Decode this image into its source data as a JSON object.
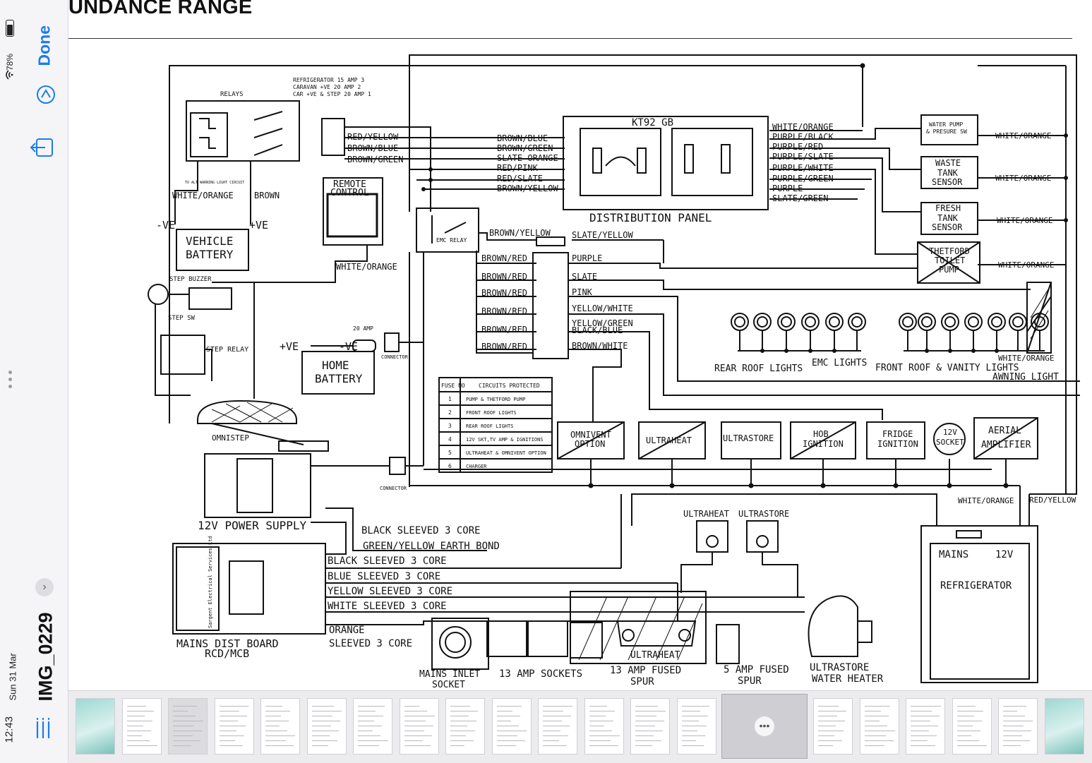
{
  "status_bar": {
    "time": "12:43",
    "date": "Sun 31 Mar",
    "battery": "78%"
  },
  "header": {
    "done_label": "Done",
    "image_name": "IMG_0229"
  },
  "document": {
    "title": "UNDANCE RANGE"
  },
  "diagram": {
    "relays_label": "RELAYS",
    "relay_table": [
      "REFRIGERATOR   15 AMP 3",
      "CARAVAN +VE    20 AMP 2",
      "CAR +VE & STEP 20 AMP 1"
    ],
    "relay_wires": [
      "RED/YELLOW",
      "BROWN/BLUE",
      "BROWN/GREEN"
    ],
    "light_circuit_note": "TO ALT WARNING LIGHT CIRCUIT",
    "white_orange": "WHITE/ORANGE",
    "brown": "BROWN",
    "neg": "-VE",
    "pos": "+VE",
    "vehicle_battery": [
      "VEHICLE",
      "BATTERY"
    ],
    "remote_control": [
      "REMOTE",
      "CONTROL"
    ],
    "emc_relay": "EMC RELAY",
    "step_buzzer": "STEP BUZZER",
    "step_sw": "STEP SW",
    "step_relay": "STEP RELAY",
    "amp20": "20 AMP",
    "home_battery": [
      "HOME",
      "BATTERY"
    ],
    "connector": "CONNECTOR",
    "omnistep": "OMNISTEP",
    "power_supply": "12V POWER SUPPLY",
    "dist_board": [
      "MAINS DIST BOARD",
      "RCD/MCB"
    ],
    "dist_board_brand": "Sargent Electrical Services Ltd",
    "kt_label": "KT92 GB",
    "distribution_panel": "DISTRIBUTION PANEL",
    "panel_left_wires": [
      "BROWN/BLUE",
      "BROWN/GREEN",
      "SLATE ORANGE",
      "RED/PINK",
      "RED/SLATE",
      "BROWN/YELLOW"
    ],
    "panel_right_wires": [
      "WHITE/ORANGE",
      "PURPLE/BLACK",
      "PURPLE/RED",
      "PURPLE/SLATE",
      "PURPLE/WHITE",
      "PURPLE/GREEN",
      "PURPLE",
      "SLATE/GREEN"
    ],
    "brown_yellow": "BROWN/YELLOW",
    "slate_yellow": "SLATE/YELLOW",
    "fuse_left": [
      "BROWN/RED",
      "BROWN/RED",
      "BROWN/RED",
      "BROWN/RED",
      "BROWN/RED",
      "BROWN/RED"
    ],
    "fuse_right": [
      "PURPLE",
      "SLATE",
      "PINK",
      "YELLOW/WHITE",
      "YELLOW/GREEN",
      "BLACK/BLUE",
      "BROWN/WHITE"
    ],
    "pump_boxes": [
      [
        "WATER PUMP",
        "& PRESURE SW"
      ],
      [
        "WASTE",
        "TANK",
        "SENSOR"
      ],
      [
        "FRESH",
        "TANK",
        "SENSOR"
      ],
      [
        "THETFORD",
        "TOILET",
        "PUMP"
      ]
    ],
    "white_orange_right": [
      "WHITE/ORANGE",
      "WHITE/ORANGE",
      "WHITE/ORANGE",
      "WHITE/ORANGE"
    ],
    "lights_labels": [
      "REAR ROOF LIGHTS",
      "EMC LIGHTS",
      "FRONT ROOF & VANITY LIGHTS",
      "AWNING LIGHT",
      "WHITE/ORANGE"
    ],
    "fuse_table": {
      "headers": [
        "FUSE NO",
        "CIRCUITS PROTECTED"
      ],
      "rows": [
        [
          "1",
          "PUMP & THETFORD PUMP"
        ],
        [
          "2",
          "FRONT ROOF LIGHTS"
        ],
        [
          "3",
          "REAR ROOF LIGHTS"
        ],
        [
          "4",
          "12V SKT,TV AMP & IGNITIONS"
        ],
        [
          "5",
          "ULTRAHEAT & OMNIVENT OPTION"
        ],
        [
          "6",
          "CHARGER"
        ]
      ]
    },
    "appliances": [
      [
        "OMNIVENT",
        "OPTION"
      ],
      [
        "ULTRAHEAT"
      ],
      [
        "ULTRASTORE"
      ],
      [
        "HOB",
        "IGNITION"
      ],
      [
        "FRIDGE",
        "IGNITION"
      ],
      [
        "12V",
        "SOCKET"
      ],
      [
        "AERIAL",
        "AMPLIFIER"
      ]
    ],
    "bottom_wires": [
      "WHITE/ORANGE",
      "RED/YELLOW"
    ],
    "cables": [
      "BLACK SLEEVED 3 CORE",
      "GREEN/YELLOW EARTH BOND",
      "BLACK SLEEVED 3 CORE",
      "BLUE SLEEVED 3 CORE",
      "YELLOW SLEEVED 3 CORE",
      "WHITE SLEEVED 3 CORE",
      "ORANGE",
      "SLEEVED 3 CORE"
    ],
    "refrigerator": {
      "mains": "MAINS",
      "v12": "12V",
      "name": "REFRIGERATOR"
    },
    "ultra_switches": [
      "ULTRAHEAT",
      "ULTRASTORE"
    ],
    "bottom_labels": {
      "mains_inlet": [
        "MAINS INLET",
        "SOCKET"
      ],
      "sockets": "13 AMP SOCKETS",
      "ultraheat": "ULTRAHEAT",
      "fused_spur": [
        "13 AMP FUSED",
        "SPUR"
      ],
      "spur5": [
        "5 AMP FUSED",
        "SPUR"
      ],
      "water_heater": [
        "ULTRASTORE",
        "WATER HEATER"
      ]
    }
  },
  "thumbnails": {
    "count": 21,
    "selected_index": 14
  }
}
